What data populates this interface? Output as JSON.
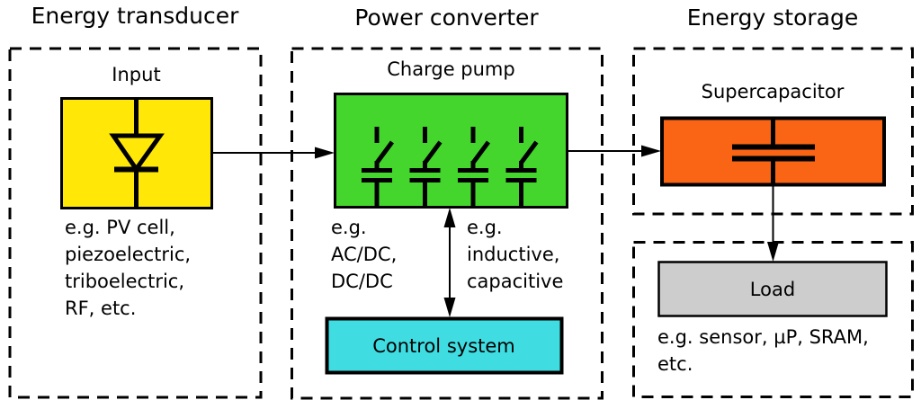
{
  "sections": {
    "transducer": {
      "title": "Energy transducer",
      "input_label": "Input",
      "examples": "e.g. PV cell,\npiezoelectric,\ntriboelectric,\nRF, etc."
    },
    "converter": {
      "title": "Power converter",
      "pump_label": "Charge pump",
      "examples_type": "e.g.\nAC/DC,\nDC/DC",
      "examples_topology": "e.g.\ninductive,\ncapacitive",
      "control_label": "Control system"
    },
    "storage": {
      "title": "Energy storage",
      "supercap_label": "Supercapacitor",
      "load_label": "Load",
      "examples": "e.g. sensor, µP, SRAM,\netc."
    }
  },
  "colors": {
    "input_box": "#FFE808",
    "pump_box": "#44D62C",
    "control_box": "#3FDDE2",
    "supercap_box": "#FA6415",
    "load_box": "#CDCDCD",
    "outline": "#000000"
  },
  "icons": {
    "diode": "diode-icon",
    "switched_capacitor": "switched-capacitor-icon",
    "capacitor": "capacitor-icon"
  }
}
